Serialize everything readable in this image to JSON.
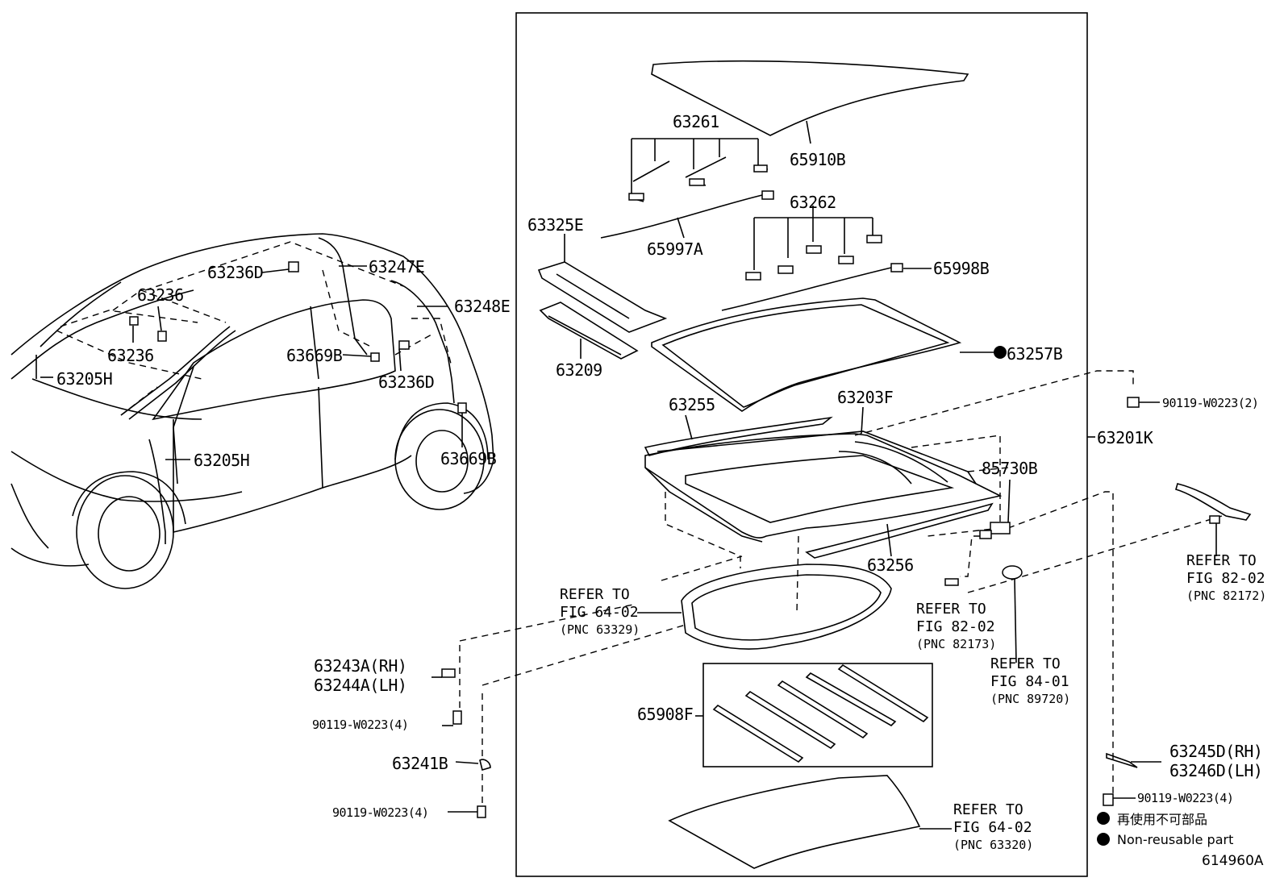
{
  "parts": {
    "p65910B": "65910B",
    "p63261": "63261",
    "p63262": "63262",
    "p63325E": "63325E",
    "p65997A": "65997A",
    "p65998B": "65998B",
    "p63209": "63209",
    "p63257B": "63257B",
    "p63255": "63255",
    "p63203F": "63203F",
    "p63201K": "63201K",
    "p85730B": "85730B",
    "p63256": "63256",
    "p65908F": "65908F",
    "p63236D_a": "63236D",
    "p63247E": "63247E",
    "p63236_a": "63236",
    "p63248E": "63248E",
    "p63236_b": "63236",
    "p63669B_a": "63669B",
    "p63205H_a": "63205H",
    "p63236D_b": "63236D",
    "p63205H_b": "63205H",
    "p63669B_b": "63669B",
    "p63243A": "63243A(RH)",
    "p63244A": "63244A(LH)",
    "p90119_4a": "90119-W0223(4)",
    "p63241B": "63241B",
    "p90119_4b": "90119-W0223(4)",
    "p90119_2": "90119-W0223(2)",
    "p63245D": "63245D(RH)",
    "p63246D": "63246D(LH)",
    "p90119_4c": "90119-W0223(4)"
  },
  "refs": [
    {
      "l1": "REFER TO",
      "l2": "FIG 64-02",
      "l3": "(PNC 63329)"
    },
    {
      "l1": "REFER TO",
      "l2": "FIG 82-02",
      "l3": "(PNC 82173)"
    },
    {
      "l1": "REFER TO",
      "l2": "FIG 84-01",
      "l3": "(PNC 89720)"
    },
    {
      "l1": "REFER TO",
      "l2": "FIG 82-02",
      "l3": "(PNC 82172)"
    },
    {
      "l1": "REFER TO",
      "l2": "FIG 64-02",
      "l3": "(PNC 63320)"
    }
  ],
  "legend": {
    "line1": "再使用不可部品",
    "line2": "Non-reusable part"
  },
  "figure_id": "614960A",
  "colors": {
    "ink": "#000000",
    "paper": "#ffffff"
  }
}
